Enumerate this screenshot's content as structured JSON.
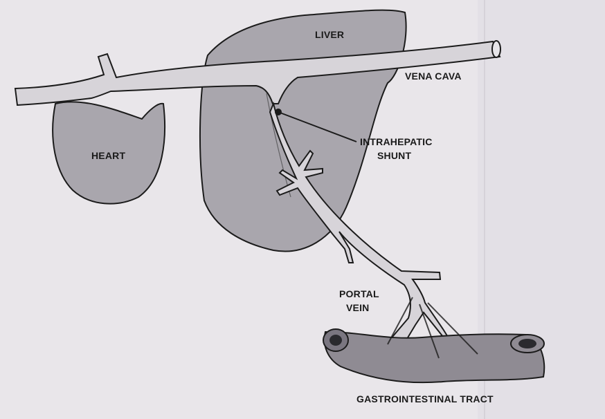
{
  "diagram": {
    "labels": {
      "liver": "LIVER",
      "vena_cava": "VENA CAVA",
      "heart": "HEART",
      "shunt_line1": "INTRAHEPATIC",
      "shunt_line2": "SHUNT",
      "portal_line1": "PORTAL",
      "portal_line2": "VEIN",
      "gi_tract": "GASTROINTESTINAL TRACT"
    },
    "colors": {
      "organ_fill": "#a9a6ad",
      "vessel_fill": "#d7d4d9",
      "gi_fill": "#8f8b93",
      "outline": "#1b1b1b",
      "background": "#e9e6ea"
    }
  }
}
